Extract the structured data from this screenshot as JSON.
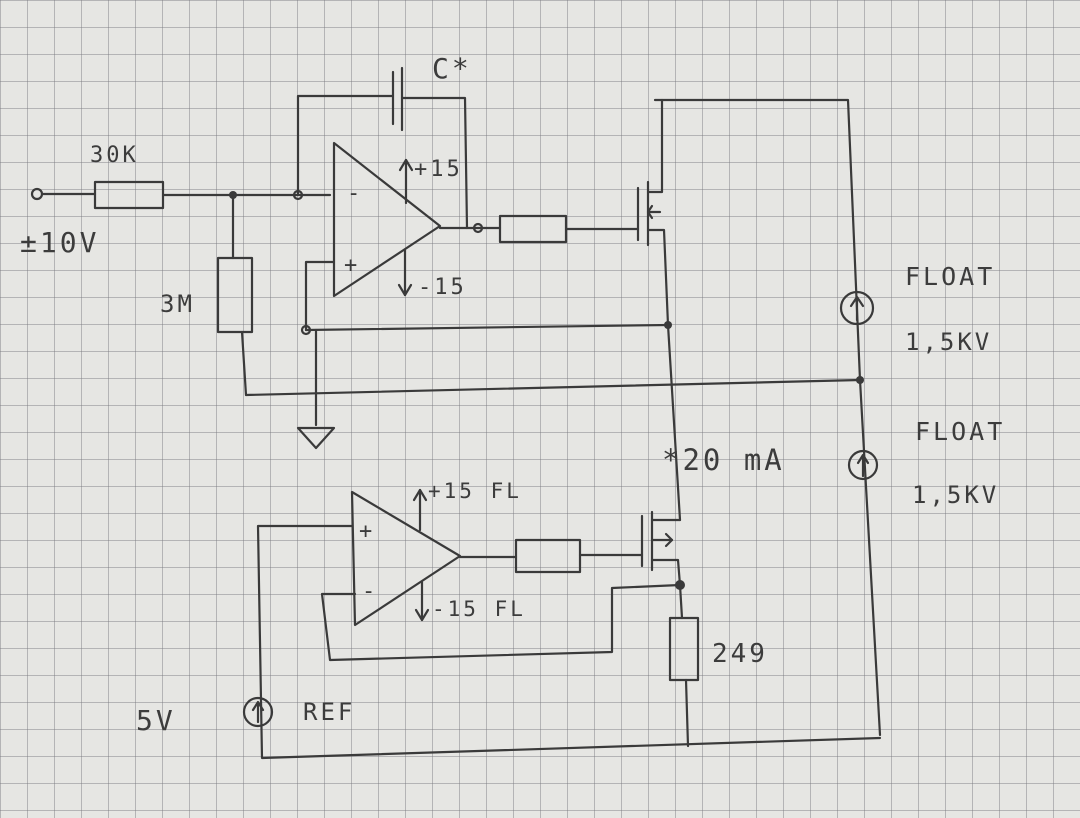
{
  "labels": {
    "input": "±10V",
    "r_in": "30K",
    "r_gnd": "3M",
    "cap": "C*",
    "opamp1_plus_supply": "+15",
    "opamp1_minus_supply": "-15",
    "opamp2_plus_supply": "+15 FL",
    "opamp2_minus_supply": "-15 FL",
    "current": "20 mA",
    "r_sense": "249",
    "float1_title": "FLOAT",
    "float1_value": "1,5KV",
    "float2_title": "FLOAT",
    "float2_value": "1,5KV",
    "ref_voltage": "5V",
    "ref_label": "REF",
    "pin_plus": "+",
    "pin_minus": "-"
  },
  "icons": {
    "voltage_source": "circled-arrow-icon",
    "ground": "ground-icon",
    "mosfet": "mosfet-icon",
    "resistor": "resistor-icon",
    "capacitor": "capacitor-icon",
    "opamp": "opamp-triangle-icon"
  },
  "colors": {
    "paper": "#e6e6e3",
    "grid": "#7a7a80",
    "ink": "#3a3a3a"
  }
}
